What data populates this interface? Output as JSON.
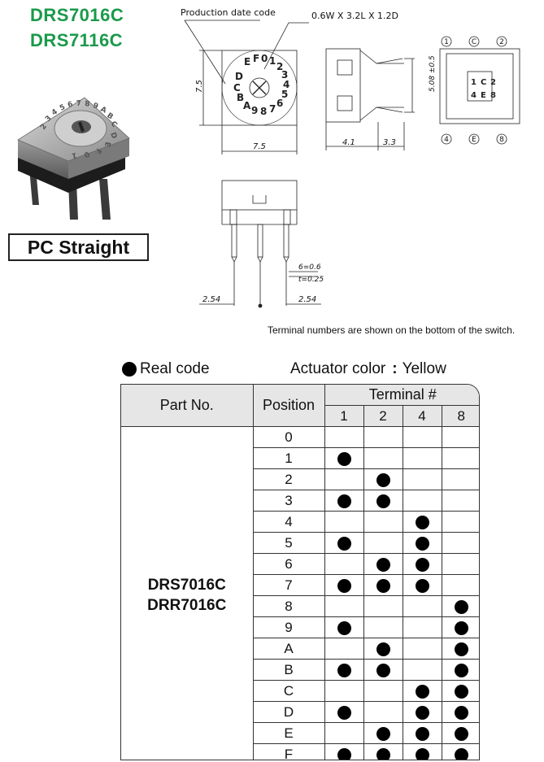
{
  "header": {
    "part_line1": "DRS7016C",
    "part_line2": "DRS7116C",
    "mount_type": "PC Straight"
  },
  "drawing": {
    "production_date_code": "Production date code",
    "pin_spec": "0.6W X 3.2L X 1.2D",
    "dim_height": "7.5",
    "dim_width": "7.5",
    "dim_side_a": "4.1",
    "dim_side_b": "3.3",
    "dim_side_c": "5.08 ±0.5",
    "dim_pin_w": "6=0.6",
    "dim_pin_t": "t=0.25",
    "dim_pitch_left": "2.54",
    "dim_pitch_right": "2.54",
    "terminal_labels": [
      "1",
      "C",
      "2",
      "4",
      "E",
      "8"
    ]
  },
  "note": "Terminal numbers are shown on the bottom of the switch.",
  "legend": {
    "real_code": "Real code",
    "actuator_label": "Actuator color",
    "actuator_colon": ":",
    "actuator_value": "Yellow"
  },
  "table": {
    "headers": {
      "part_no": "Part No.",
      "position": "Position",
      "terminal": "Terminal #",
      "terminals": [
        "1",
        "2",
        "4",
        "8"
      ]
    },
    "part_numbers": [
      "DRS7016C",
      "DRR7016C"
    ],
    "rows": [
      {
        "position": "0",
        "on": [
          false,
          false,
          false,
          false
        ]
      },
      {
        "position": "1",
        "on": [
          true,
          false,
          false,
          false
        ]
      },
      {
        "position": "2",
        "on": [
          false,
          true,
          false,
          false
        ]
      },
      {
        "position": "3",
        "on": [
          true,
          true,
          false,
          false
        ]
      },
      {
        "position": "4",
        "on": [
          false,
          false,
          true,
          false
        ]
      },
      {
        "position": "5",
        "on": [
          true,
          false,
          true,
          false
        ]
      },
      {
        "position": "6",
        "on": [
          false,
          true,
          true,
          false
        ]
      },
      {
        "position": "7",
        "on": [
          true,
          true,
          true,
          false
        ]
      },
      {
        "position": "8",
        "on": [
          false,
          false,
          false,
          true
        ]
      },
      {
        "position": "9",
        "on": [
          true,
          false,
          false,
          true
        ]
      },
      {
        "position": "A",
        "on": [
          false,
          true,
          false,
          true
        ]
      },
      {
        "position": "B",
        "on": [
          true,
          true,
          false,
          true
        ]
      },
      {
        "position": "C",
        "on": [
          false,
          false,
          true,
          true
        ]
      },
      {
        "position": "D",
        "on": [
          true,
          false,
          true,
          true
        ]
      },
      {
        "position": "E",
        "on": [
          false,
          true,
          true,
          true
        ]
      },
      {
        "position": "F",
        "on": [
          true,
          true,
          true,
          true
        ]
      }
    ]
  }
}
